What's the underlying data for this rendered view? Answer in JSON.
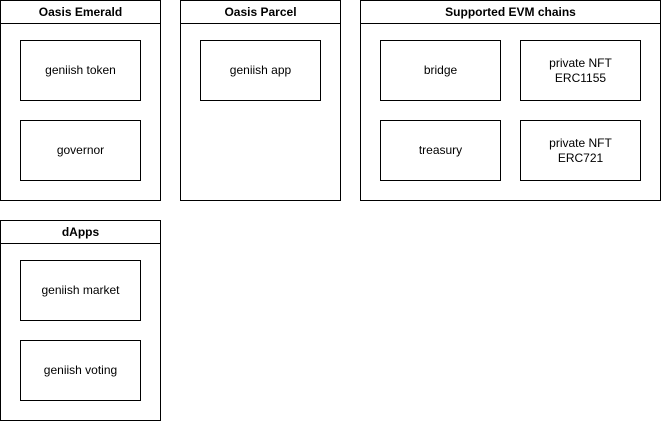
{
  "containers": [
    {
      "title": "Oasis Emerald",
      "nodes": [
        {
          "label": "geniish token"
        },
        {
          "label": "governor"
        }
      ]
    },
    {
      "title": "Oasis Parcel",
      "nodes": [
        {
          "label": "geniish app"
        }
      ]
    },
    {
      "title": "Supported EVM chains",
      "nodes": [
        {
          "label": "bridge"
        },
        {
          "label": "private NFT ERC1155"
        },
        {
          "label": "treasury"
        },
        {
          "label": "private NFT ERC721"
        }
      ]
    },
    {
      "title": "dApps",
      "nodes": [
        {
          "label": "geniish market"
        },
        {
          "label": "geniish voting"
        }
      ]
    }
  ]
}
